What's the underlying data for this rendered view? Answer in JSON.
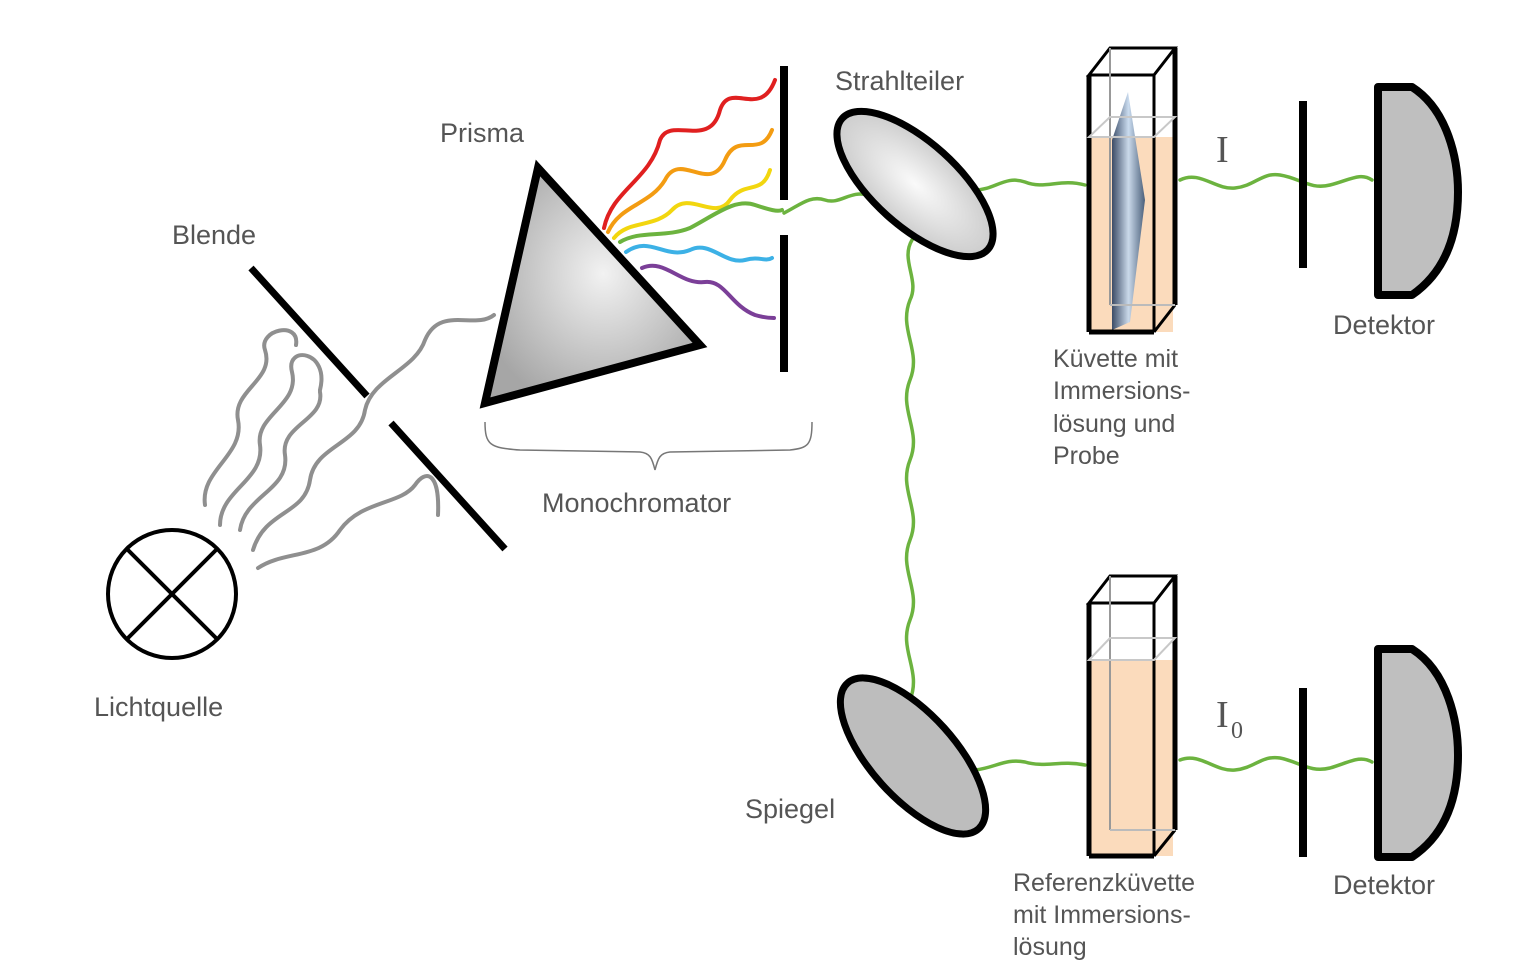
{
  "labels": {
    "light_source": "Lichtquelle",
    "aperture": "Blende",
    "prism": "Prisma",
    "monochromator": "Monochromator",
    "beam_splitter": "Strahlteiler",
    "mirror": "Spiegel",
    "detector_top": "Detektor",
    "detector_bottom": "Detektor",
    "intensity": "I",
    "intensity_ref": "I",
    "intensity_ref_sub": "0",
    "cuvette_sample": [
      "Küvette mit",
      "Immersions-",
      "lösung und",
      "Probe"
    ],
    "cuvette_reference": [
      "Referenzküvette",
      "mit Immersions-",
      "lösung"
    ]
  },
  "colors": {
    "spectrum": [
      "#e02020",
      "#f39c12",
      "#f2d60f",
      "#6cb33f",
      "#3cb1e6",
      "#7b3f98"
    ],
    "beam": "#6cb33f",
    "source_rays": "#8f8f8f",
    "cuvette_fill": "#fbd9b8",
    "detector_fill": "#bfbfbf"
  }
}
